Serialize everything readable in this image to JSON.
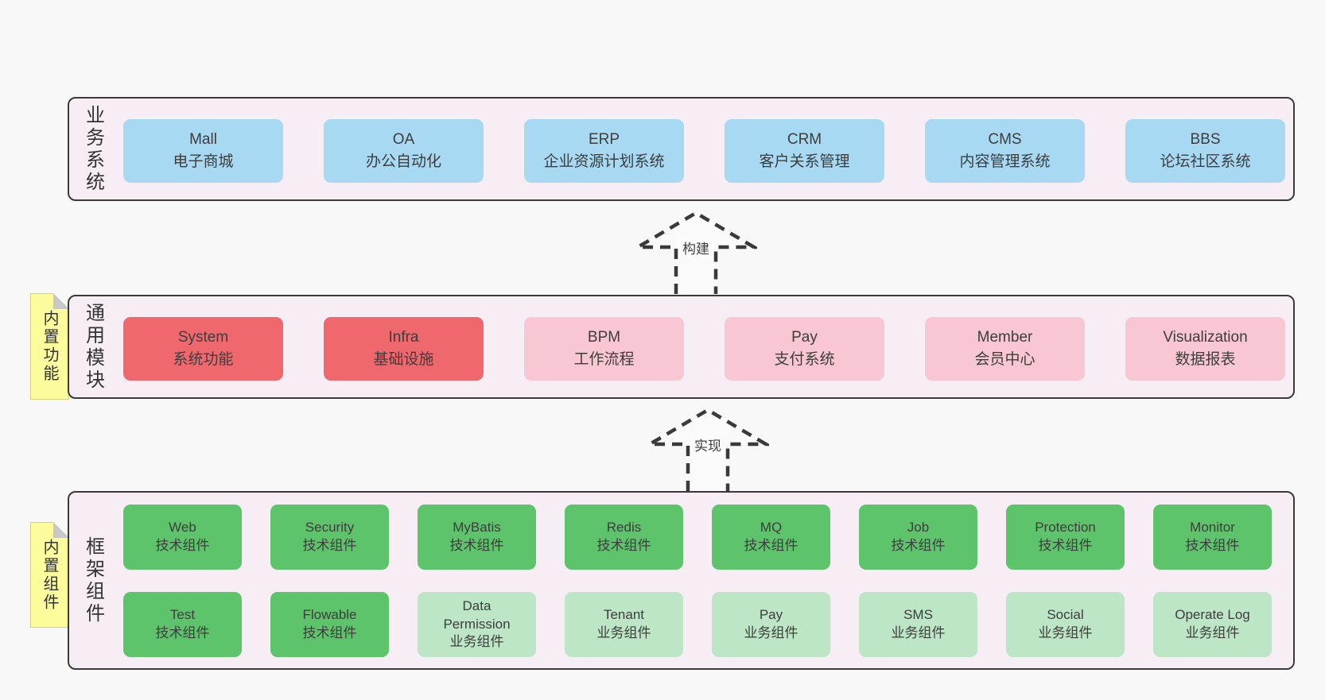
{
  "colors": {
    "page_bg": "#f8f8f8",
    "band_bg": "#f7edf5",
    "band_border": "#3a3a3a",
    "blue_box": "#a7d9f3",
    "red_box": "#ef686d",
    "pink_box": "#f9c6d3",
    "green_dark_box": "#5dc46b",
    "green_light_box": "#bce6c5",
    "sticky_bg": "#fdfc9c",
    "sticky_fold": "#c8c8c8",
    "text": "#3d3d3d"
  },
  "arrows": [
    {
      "label": "构建"
    },
    {
      "label": "实现"
    }
  ],
  "bands": {
    "business": {
      "label": "业务系统",
      "boxes": [
        {
          "title": "Mall",
          "subtitle": "电子商城"
        },
        {
          "title": "OA",
          "subtitle": "办公自动化"
        },
        {
          "title": "ERP",
          "subtitle": "企业资源计划系统"
        },
        {
          "title": "CRM",
          "subtitle": "客户关系管理"
        },
        {
          "title": "CMS",
          "subtitle": "内容管理系统"
        },
        {
          "title": "BBS",
          "subtitle": "论坛社区系统"
        }
      ]
    },
    "modules": {
      "label": "通用模块",
      "sticky": "内置功能",
      "boxes": [
        {
          "title": "System",
          "subtitle": "系统功能"
        },
        {
          "title": "Infra",
          "subtitle": "基础设施"
        },
        {
          "title": "BPM",
          "subtitle": "工作流程"
        },
        {
          "title": "Pay",
          "subtitle": "支付系统"
        },
        {
          "title": "Member",
          "subtitle": "会员中心"
        },
        {
          "title": "Visualization",
          "subtitle": "数据报表"
        }
      ]
    },
    "components": {
      "label": "框架组件",
      "sticky": "内置组件",
      "row1": [
        {
          "title": "Web",
          "subtitle": "技术组件"
        },
        {
          "title": "Security",
          "subtitle": "技术组件"
        },
        {
          "title": "MyBatis",
          "subtitle": "技术组件"
        },
        {
          "title": "Redis",
          "subtitle": "技术组件"
        },
        {
          "title": "MQ",
          "subtitle": "技术组件"
        },
        {
          "title": "Job",
          "subtitle": "技术组件"
        },
        {
          "title": "Protection",
          "subtitle": "技术组件"
        },
        {
          "title": "Monitor",
          "subtitle": "技术组件"
        }
      ],
      "row2": [
        {
          "title": "Test",
          "subtitle": "技术组件"
        },
        {
          "title": "Flowable",
          "subtitle": "技术组件"
        },
        {
          "title": "Data Permission",
          "subtitle": "业务组件"
        },
        {
          "title": "Tenant",
          "subtitle": "业务组件"
        },
        {
          "title": "Pay",
          "subtitle": "业务组件"
        },
        {
          "title": "SMS",
          "subtitle": "业务组件"
        },
        {
          "title": "Social",
          "subtitle": "业务组件"
        },
        {
          "title": "Operate Log",
          "subtitle": "业务组件"
        }
      ]
    }
  }
}
